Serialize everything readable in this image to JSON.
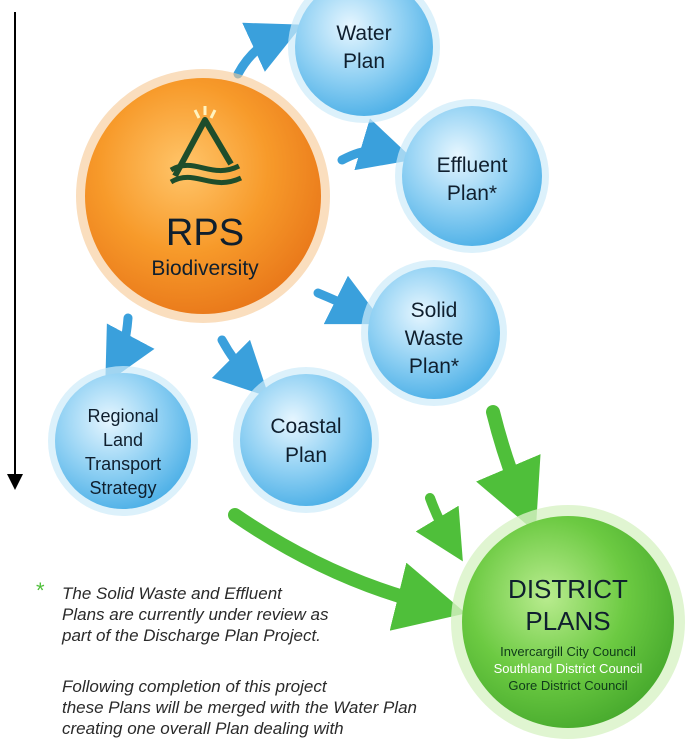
{
  "rps": {
    "title": "RPS",
    "subtitle": "Biodiversity"
  },
  "plans": {
    "water": [
      "Water",
      "Plan"
    ],
    "effluent": [
      "Effluent",
      "Plan*"
    ],
    "solid_waste": [
      "Solid",
      "Waste",
      "Plan*"
    ],
    "coastal": [
      "Coastal",
      "Plan"
    ],
    "transport": [
      "Regional",
      "Land",
      "Transport",
      "Strategy"
    ]
  },
  "district": {
    "title_lines": [
      "DISTRICT",
      "PLANS"
    ],
    "councils": [
      "Invercargill City Council",
      "Southland District Council",
      "Gore District Council"
    ]
  },
  "footnote": {
    "marker": "*",
    "lines_1": [
      "The Solid Waste and Effluent",
      "Plans are currently under review as",
      "part of the  Discharge Plan Project."
    ],
    "lines_2": [
      "Following completion of this project",
      "these Plans will be merged with the Water Plan",
      "creating one overall Plan dealing with"
    ]
  },
  "colors": {
    "rps_orange": "#f28a1e",
    "plan_blue": "#6fc0ec",
    "district_green": "#5cc13d",
    "arrow_blue": "#3aa0dc",
    "arrow_green": "#4fbf3a"
  },
  "icons": {
    "rps_logo": "mountain-river-logo-icon"
  }
}
